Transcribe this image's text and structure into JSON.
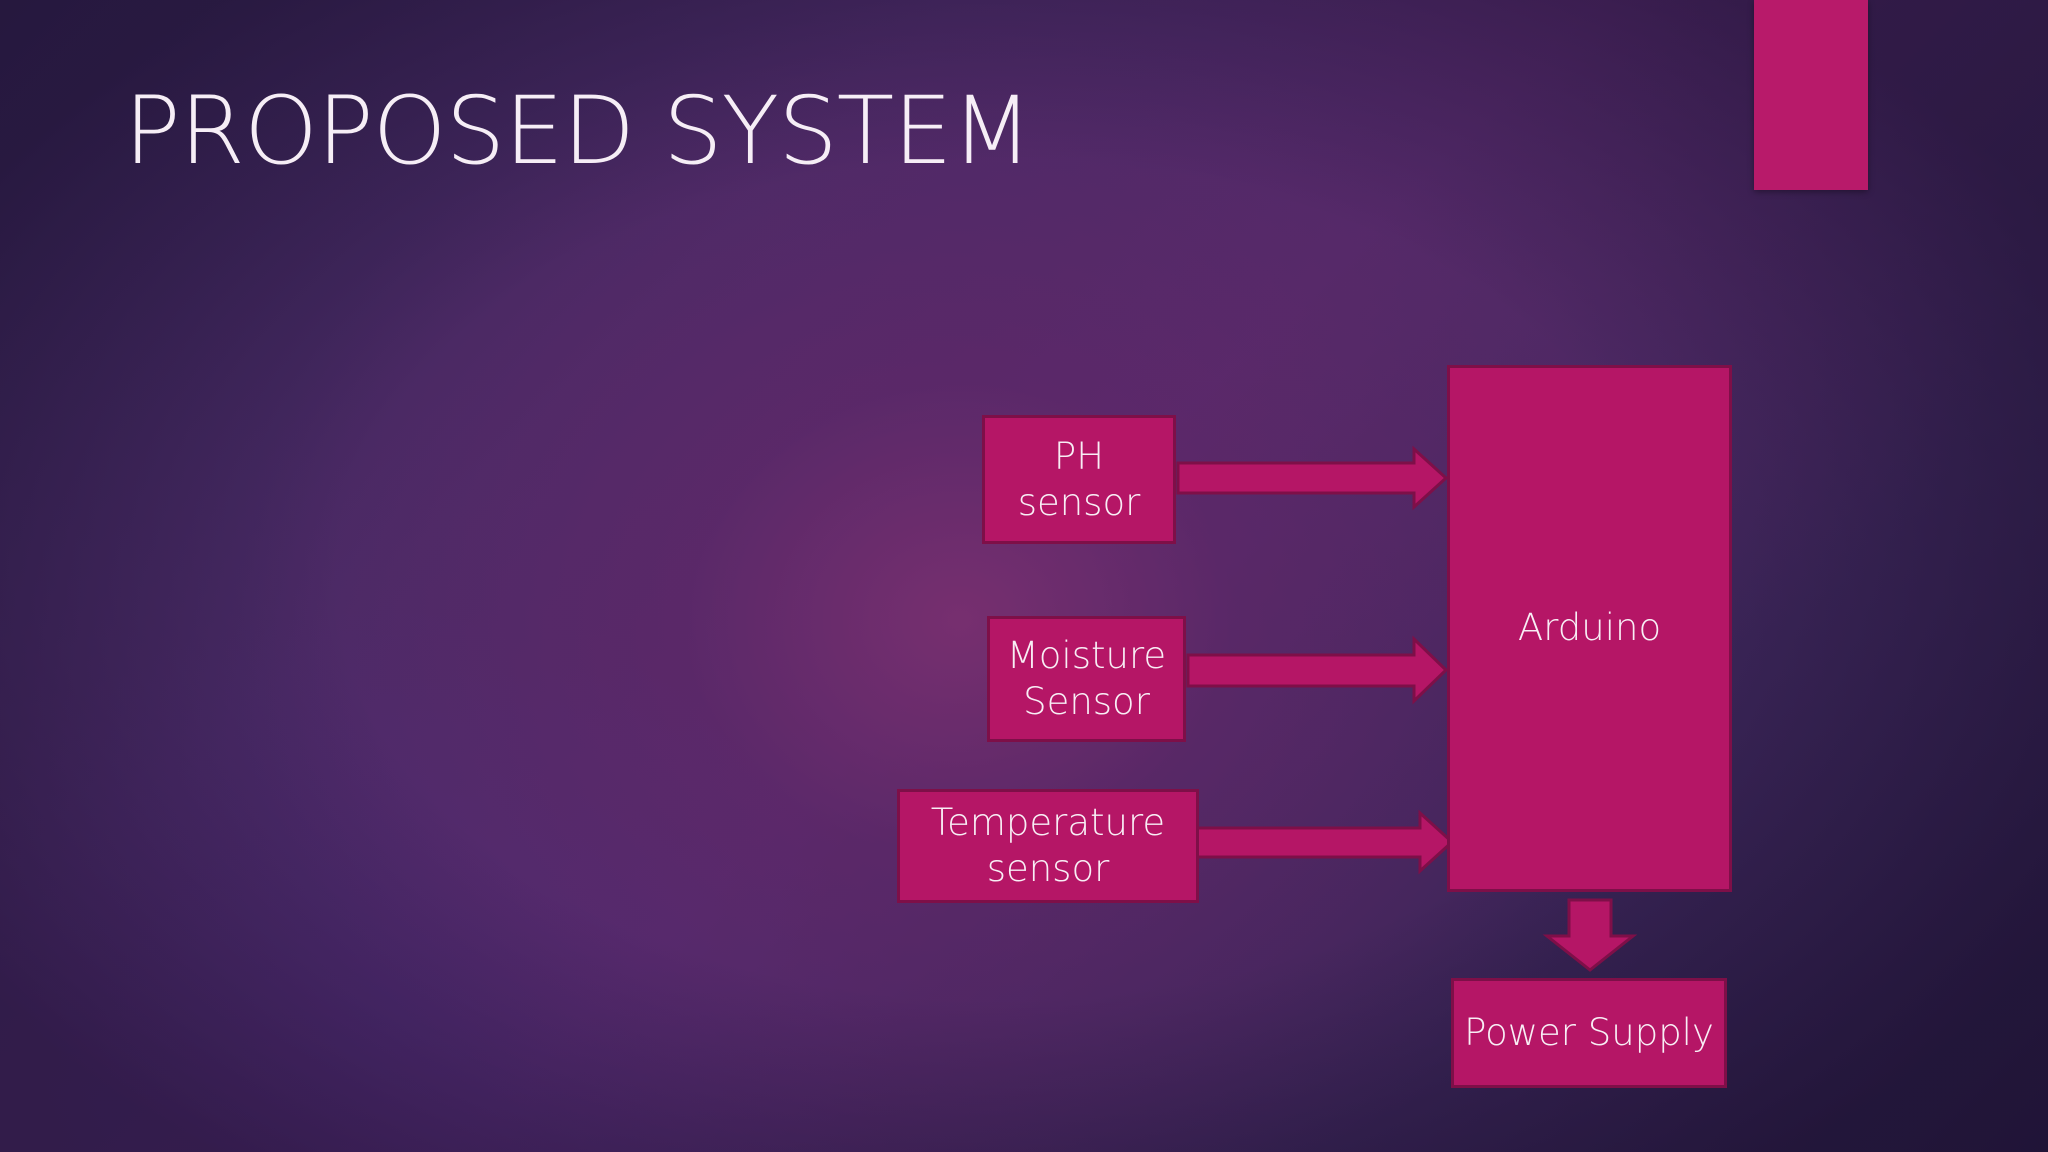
{
  "slide": {
    "title": "PROPOSED SYSTEM"
  },
  "diagram": {
    "ph_sensor": {
      "line1": "PH",
      "line2": "sensor"
    },
    "moisture_sensor": {
      "line1": "Moisture",
      "line2": "Sensor"
    },
    "temperature_sensor": {
      "line1": "Temperature",
      "line2": "sensor"
    },
    "arduino": "Arduino",
    "power_supply": "Power Supply"
  },
  "colors": {
    "block_fill": "#b51666",
    "block_border": "#7e0f48",
    "accent_bar": "#b81a6a",
    "text": "#f8eef5"
  }
}
